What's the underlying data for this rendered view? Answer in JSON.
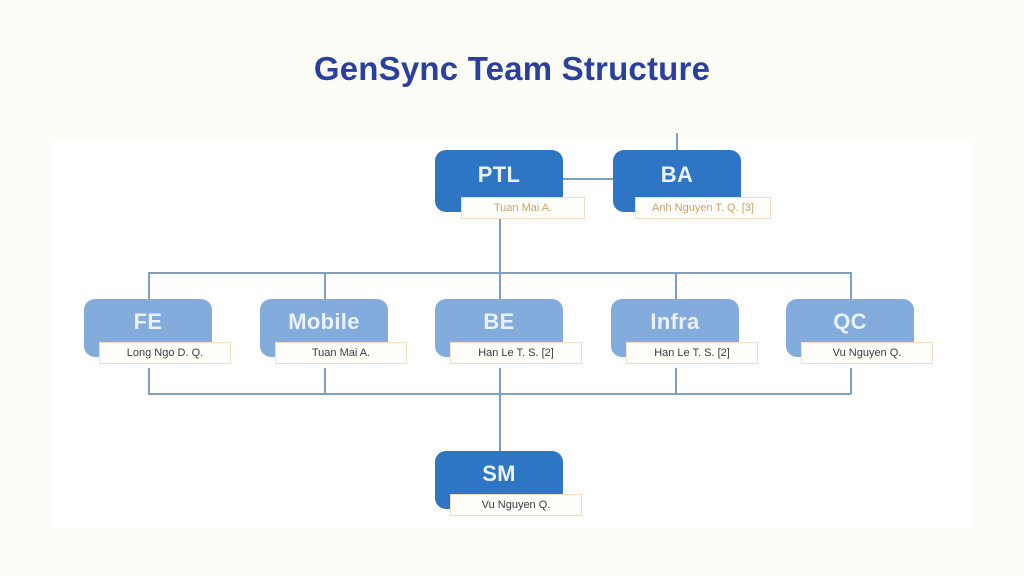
{
  "slide": {
    "title": "GenSync Team Structure",
    "background_color": "#fdfdf7",
    "panel_color": "#ffffff",
    "title_color": "#2b3f9e"
  },
  "colors": {
    "node_dark": "#2e75c4",
    "node_light": "#83abdc",
    "connector": "#7d9fc0",
    "label_border": "#f0ddc4",
    "label_text_gold": "#c9a269",
    "label_text_dark": "#3b3b3b"
  },
  "chart_data": {
    "type": "diagram",
    "title": "GenSync Team Structure",
    "diagram_kind": "org-chart",
    "levels": 3,
    "nodes": [
      {
        "id": "ptl",
        "title": "PTL",
        "owner": "Tuan Mai A.",
        "level": 1,
        "style": "dark",
        "label_style": "gold"
      },
      {
        "id": "ba",
        "title": "BA",
        "owner": "Anh Nguyen T. Q. [3]",
        "level": 1,
        "style": "dark",
        "label_style": "gold"
      },
      {
        "id": "fe",
        "title": "FE",
        "owner": "Long Ngo D. Q.",
        "level": 2,
        "style": "light",
        "label_style": "dark"
      },
      {
        "id": "mobile",
        "title": "Mobile",
        "owner": "Tuan Mai A.",
        "level": 2,
        "style": "light",
        "label_style": "dark"
      },
      {
        "id": "be",
        "title": "BE",
        "owner": "Han Le T. S. [2]",
        "level": 2,
        "style": "light",
        "label_style": "dark"
      },
      {
        "id": "infra",
        "title": "Infra",
        "owner": "Han Le T. S. [2]",
        "level": 2,
        "style": "light",
        "label_style": "dark"
      },
      {
        "id": "qc",
        "title": "QC",
        "owner": "Vu Nguyen Q.",
        "level": 2,
        "style": "light",
        "label_style": "dark"
      },
      {
        "id": "sm",
        "title": "SM",
        "owner": "Vu Nguyen Q.",
        "level": 3,
        "style": "dark",
        "label_style": "dark"
      }
    ],
    "edges": [
      {
        "from": "ptl",
        "to": "ba"
      },
      {
        "from": "ptl",
        "to": "fe"
      },
      {
        "from": "ptl",
        "to": "mobile"
      },
      {
        "from": "ptl",
        "to": "be"
      },
      {
        "from": "ptl",
        "to": "infra"
      },
      {
        "from": "ptl",
        "to": "qc"
      },
      {
        "from": "fe",
        "to": "sm"
      },
      {
        "from": "mobile",
        "to": "sm"
      },
      {
        "from": "be",
        "to": "sm"
      },
      {
        "from": "infra",
        "to": "sm"
      },
      {
        "from": "qc",
        "to": "sm"
      }
    ]
  }
}
